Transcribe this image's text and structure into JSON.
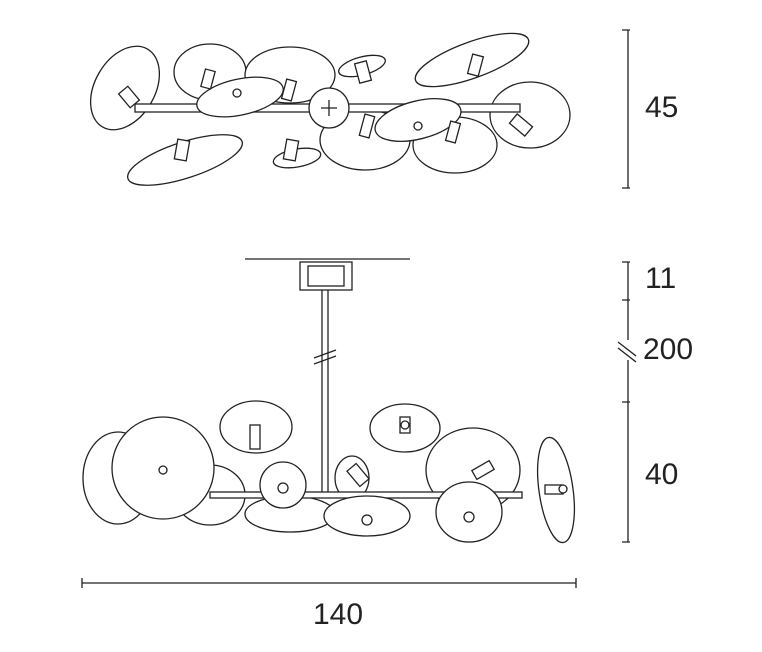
{
  "dimensions": {
    "top_view_height": "45",
    "canopy_height": "11",
    "cable_length": "200",
    "body_height": "40",
    "width": "140"
  },
  "colors": {
    "line": "#222222",
    "background": "#ffffff"
  }
}
